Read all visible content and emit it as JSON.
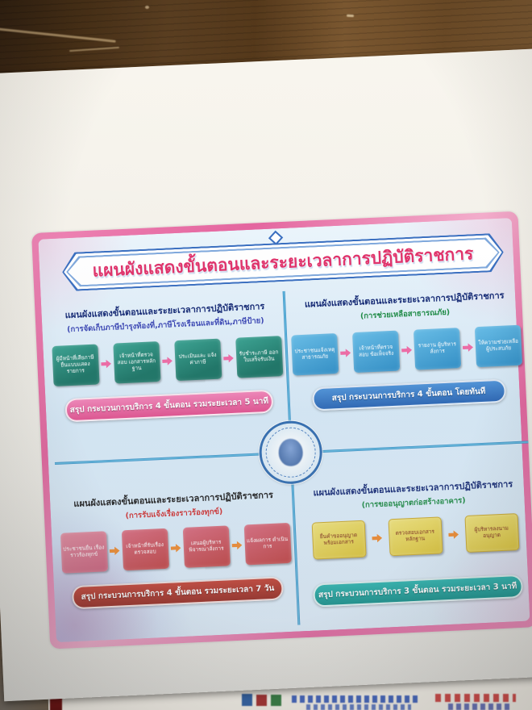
{
  "scene": {
    "description": "photograph of a printed Thai government service flowchart poster lying on a wooden table",
    "table_color": "#6b4a26",
    "paper_color": "#f2f0ea"
  },
  "poster": {
    "frame_color": "#e4649e",
    "panel_color": "#d9eaf7",
    "divider_color": "#3f9fc9",
    "banner": {
      "title": "แผนผังแสดงขั้นตอนและระยะเวลาการปฏิบัติราชการ",
      "title_color": "#e0336b",
      "border_color": "#3a6fc0"
    },
    "seal_name": "official-municipal-seal",
    "quadrants": [
      {
        "heading": "แผนผังแสดงขั้นตอนและระยะเวลาการปฏิบัติราชการ",
        "subtitle": "(การจัดเก็บภาษีบำรุงท้องที่,ภาษีโรงเรือนและที่ดิน,ภาษีป้าย)",
        "subtitle_color": "#3a46b4",
        "box_color": "#1f8578",
        "arrow_color": "#ef6aa5",
        "summary": "สรุป  กระบวนการบริการ 4 ขั้นตอน  รวมระยะเวลา 5 นาที",
        "summary_color": "#e1518f",
        "steps": [
          "ผู้มีหน้าที่เสียภาษี ยื่นแบบแสดงรายการ",
          "เจ้าหน้าที่ตรวจสอบ เอกสารหลักฐาน",
          "ประเมินและ แจ้งค่าภาษี",
          "รับชำระภาษี ออกใบเสร็จรับเงิน"
        ]
      },
      {
        "heading": "แผนผังแสดงขั้นตอนและระยะเวลาการปฏิบัติราชการ",
        "subtitle": "(การช่วยเหลือสาธารณภัย)",
        "subtitle_color": "#1c8a44",
        "box_color": "#3f9fd6",
        "arrow_color": "#ef6aa5",
        "summary": "สรุป  กระบวนการบริการ 4 ขั้นตอน  โดยทันที",
        "summary_color": "#2a66b5",
        "steps": [
          "ประชาชนแจ้งเหตุ สาธารณภัย",
          "เจ้าหน้าที่ตรวจสอบ ข้อเท็จจริง",
          "รายงาน ผู้บริหารสั่งการ",
          "ให้ความช่วยเหลือ ผู้ประสบภัย"
        ]
      },
      {
        "heading": "แผนผังแสดงขั้นตอนและระยะเวลาการปฏิบัติราชการ",
        "subtitle": "(การรับแจ้งเรื่องราวร้องทุกข์)",
        "subtitle_color": "#d03030",
        "box_color": "#c74545",
        "arrow_color": "#ef8a2e",
        "summary": "สรุป  กระบวนการบริการ 4 ขั้นตอน  รวมระยะเวลา 7 วัน",
        "summary_color": "#97291f",
        "steps": [
          "ประชาชนยื่น เรื่องราวร้องทุกข์",
          "เจ้าหน้าที่รับเรื่อง ตรวจสอบ",
          "เสนอผู้บริหาร พิจารณาสั่งการ",
          "แจ้งผลการ ดำเนินการ"
        ]
      },
      {
        "heading": "แผนผังแสดงขั้นตอนและระยะเวลาการปฏิบัติราชการ",
        "subtitle": "(การขออนุญาตก่อสร้างอาคาร)",
        "subtitle_color": "#1c8a44",
        "box_color": "#e6d44a",
        "arrow_color": "#ef8a2e",
        "summary": "สรุป  กระบวนการบริการ 3 ขั้นตอน  รวมระยะเวลา 3 นาที",
        "summary_color": "#12908a",
        "steps": [
          "ยื่นคำขออนุญาต พร้อมเอกสาร",
          "ตรวจสอบเอกสาร หลักฐาน",
          "ผู้บริหารลงนาม อนุญาต"
        ]
      }
    ]
  }
}
